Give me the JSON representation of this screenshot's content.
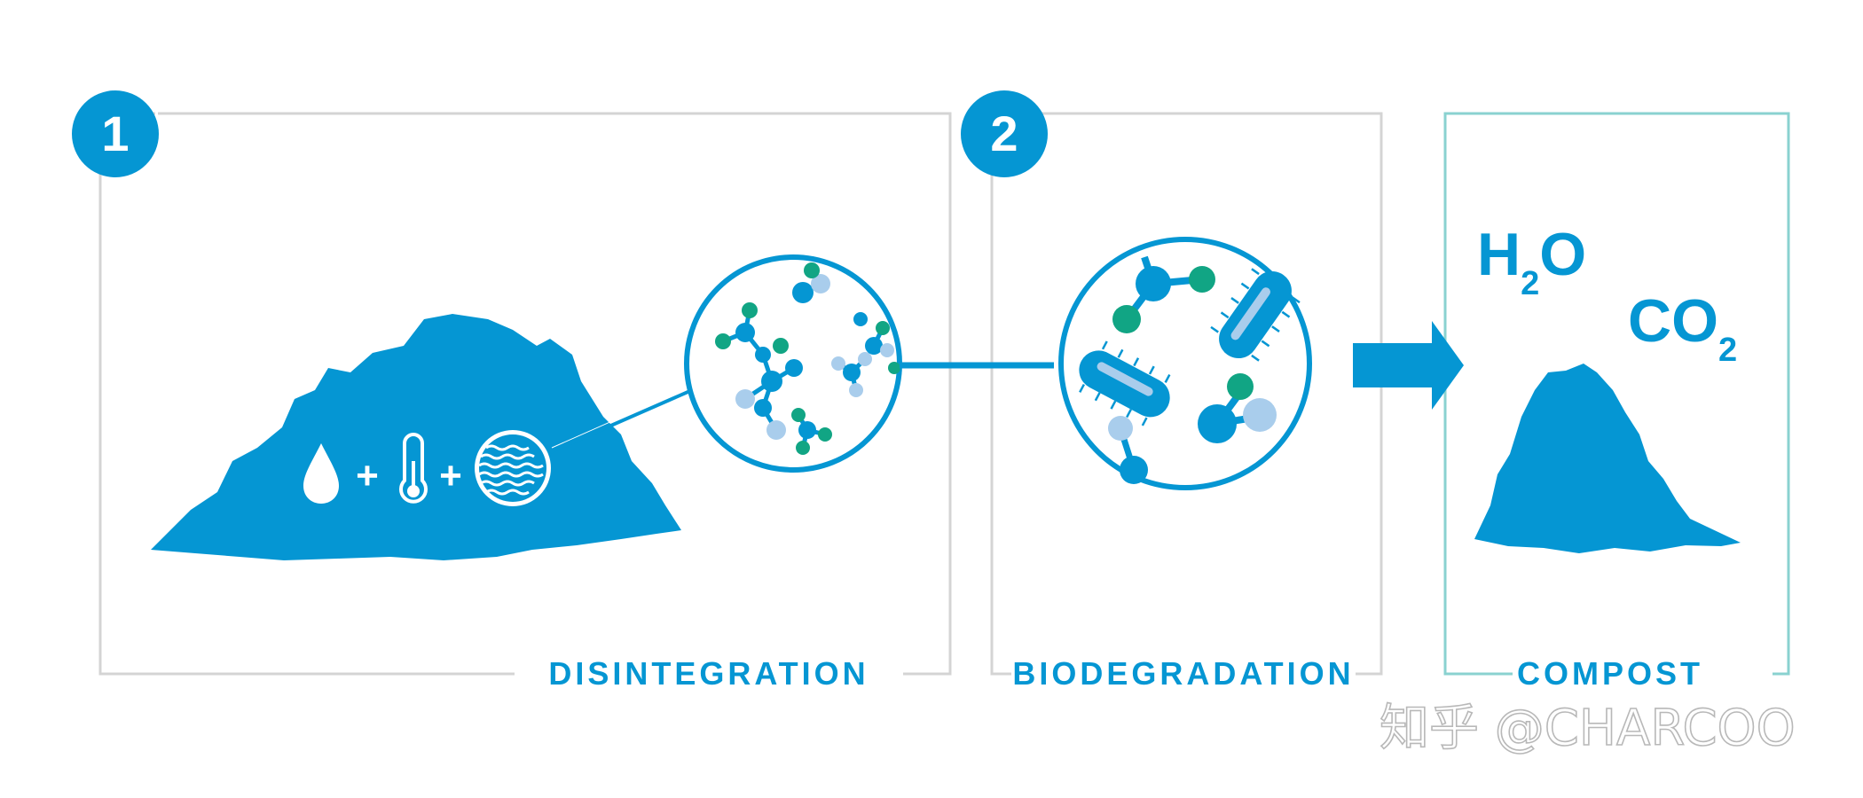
{
  "colors": {
    "primary": "#0596d3",
    "teal": "#11a584",
    "light": "#a9cdec",
    "frame_grey": "#d4d4d4",
    "frame_teal": "#8ad2d0",
    "watermark": "#b8b8b8"
  },
  "steps": [
    {
      "number": "1",
      "label": "DISINTEGRATION"
    },
    {
      "number": "2",
      "label": "BIODEGRADATION"
    }
  ],
  "result": {
    "label": "COMPOST",
    "water": {
      "main": "H",
      "sub": "2",
      "tail": "O"
    },
    "co2": {
      "main": "CO",
      "sub": "2"
    }
  },
  "factors": {
    "plus_sign": "+"
  },
  "icons": [
    "water-drop-icon",
    "thermometer-icon",
    "microorganism-texture-icon",
    "arrow-right-icon",
    "waste-pile-icon",
    "compost-pile-icon",
    "molecule-icon",
    "bacteria-icon"
  ],
  "watermark": "知乎 @CHARCOO"
}
